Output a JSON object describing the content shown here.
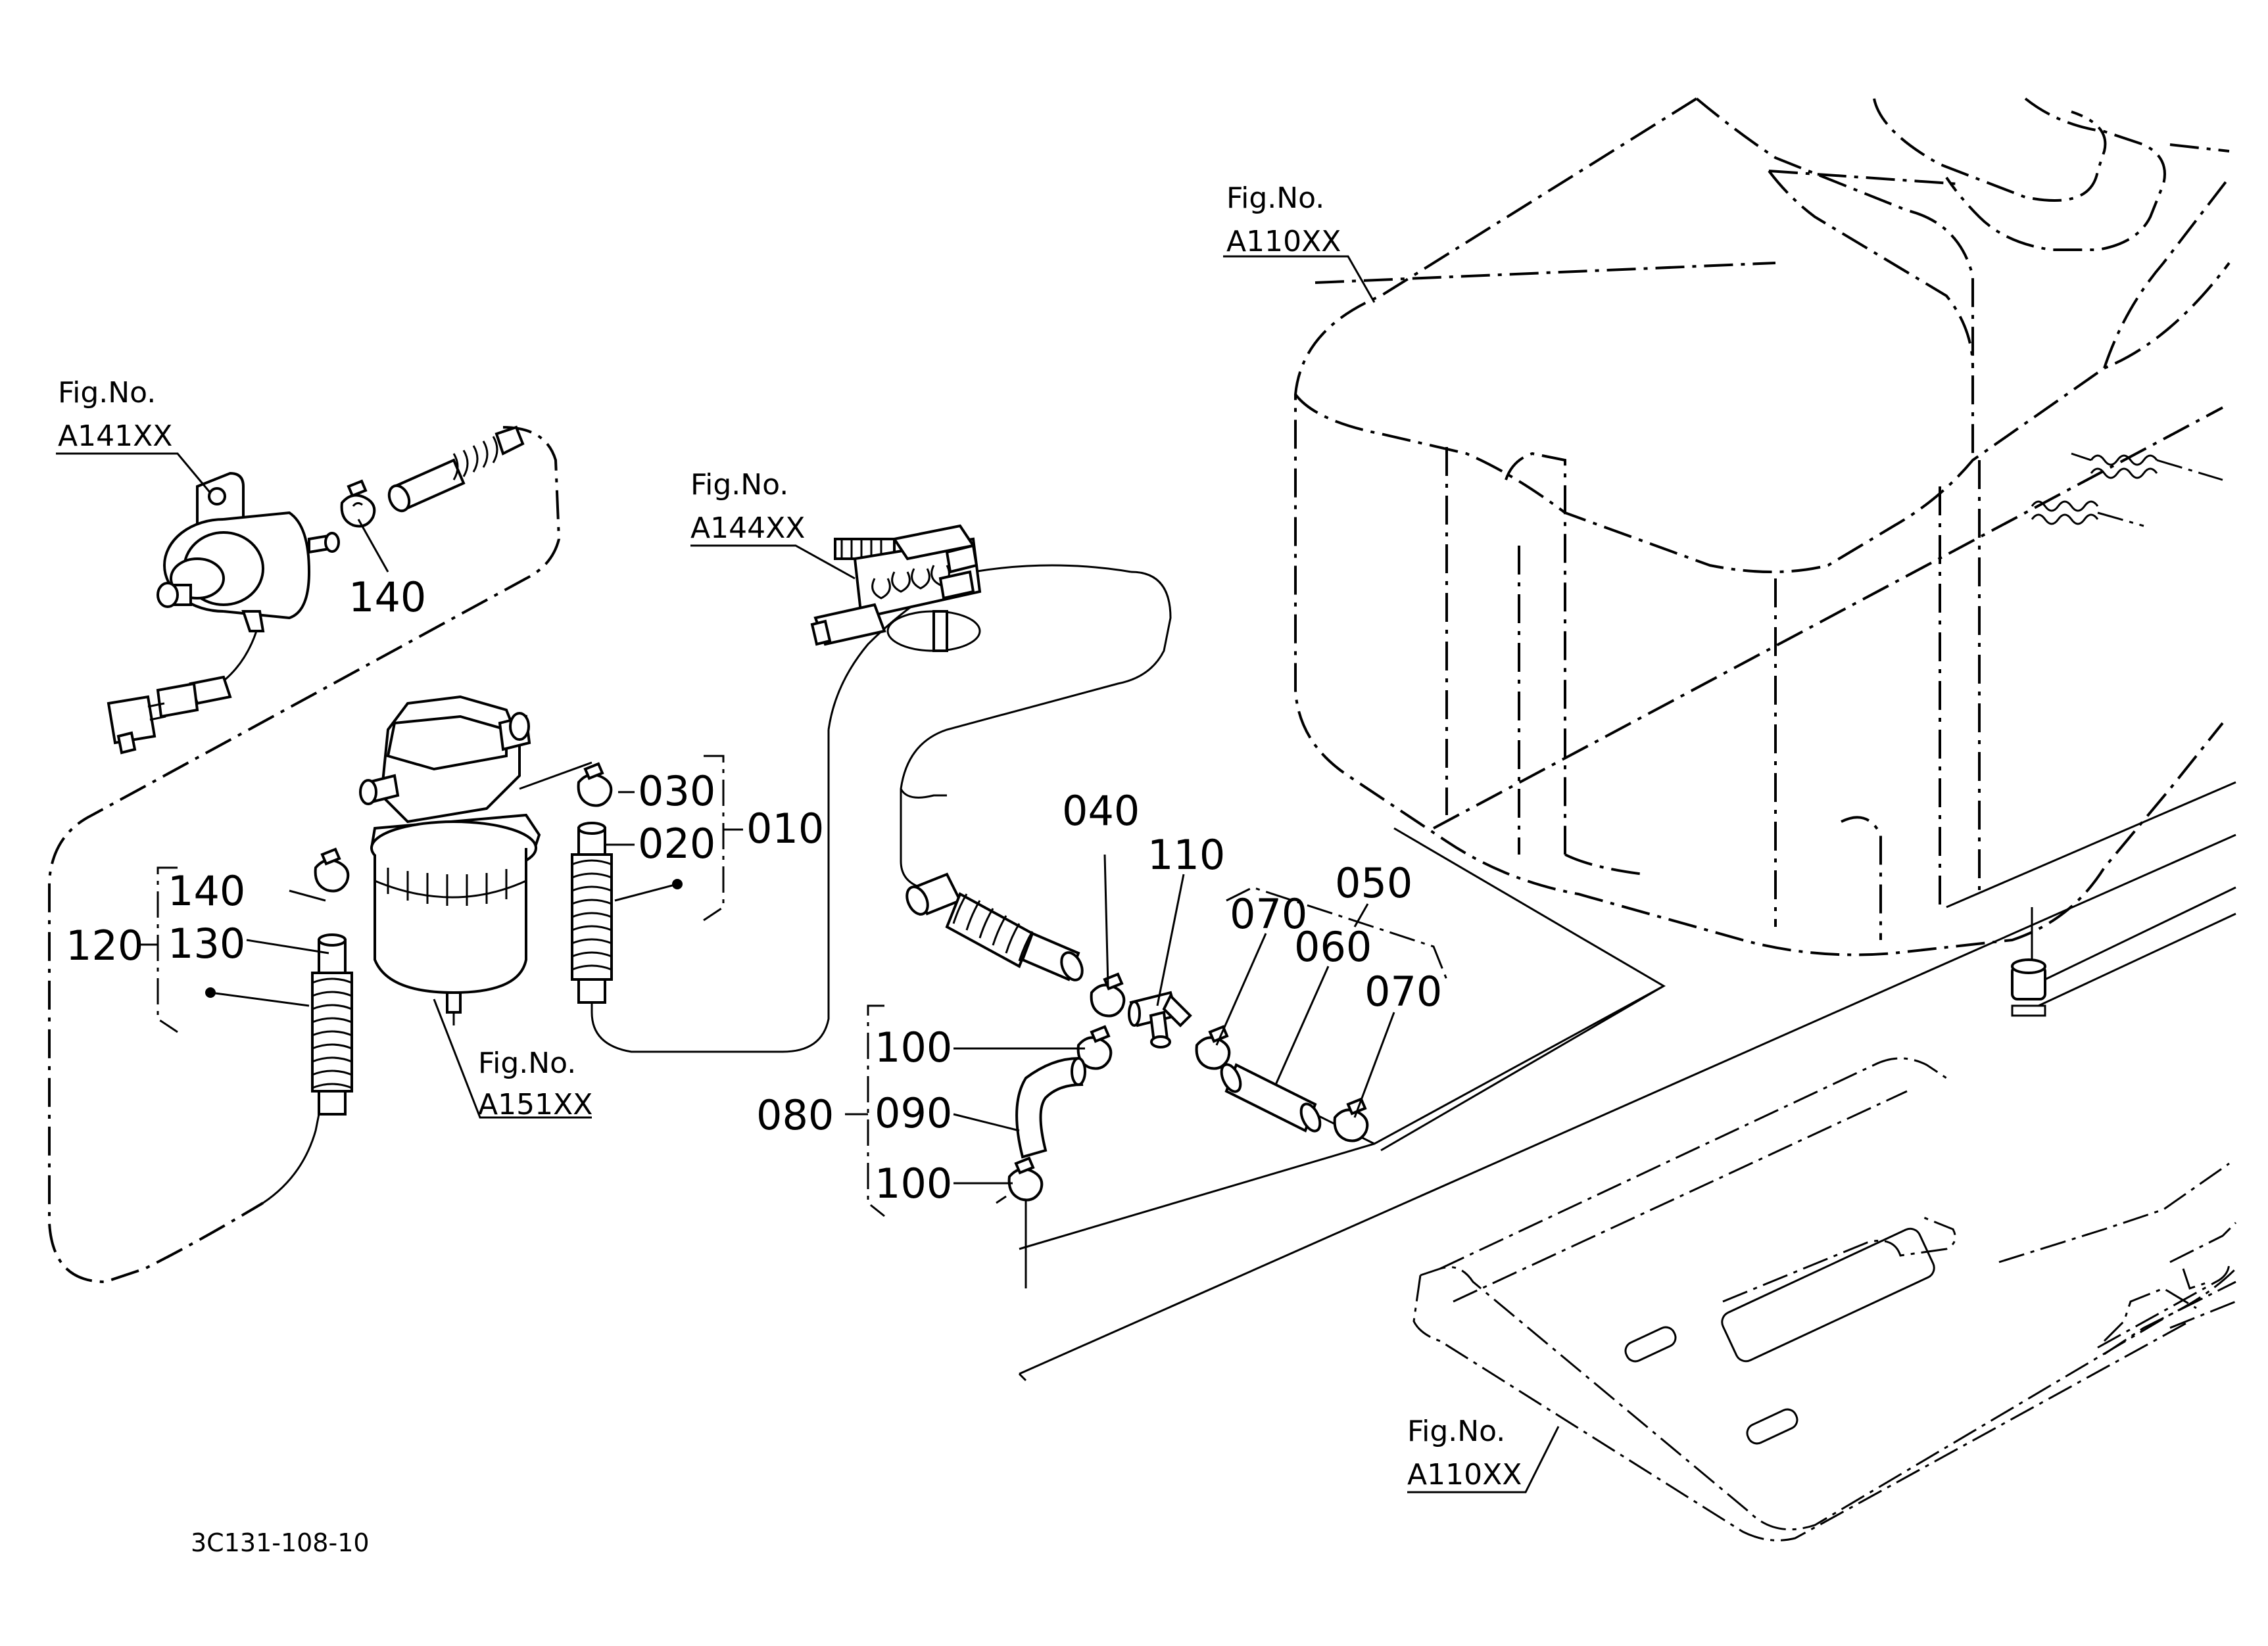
{
  "figure_refs": {
    "pump": {
      "title": "Fig.No.",
      "code": "A141XX"
    },
    "relay": {
      "title": "Fig.No.",
      "code": "A144XX"
    },
    "filter": {
      "title": "Fig.No.",
      "code": "A151XX"
    },
    "tank": {
      "title": "Fig.No.",
      "code": "A110XX"
    },
    "tray": {
      "title": "Fig.No.",
      "code": "A110XX"
    }
  },
  "part_labels": {
    "p010": "010",
    "p020": "020",
    "p030": "030",
    "p040": "040",
    "p050": "050",
    "p060": "060",
    "p070a": "070",
    "p070b": "070",
    "p080": "080",
    "p090": "090",
    "p100a": "100",
    "p100b": "100",
    "p110": "110",
    "p120": "120",
    "p130": "130",
    "p140a": "140",
    "p140b": "140"
  },
  "drawing_code": "3C131-108-10"
}
